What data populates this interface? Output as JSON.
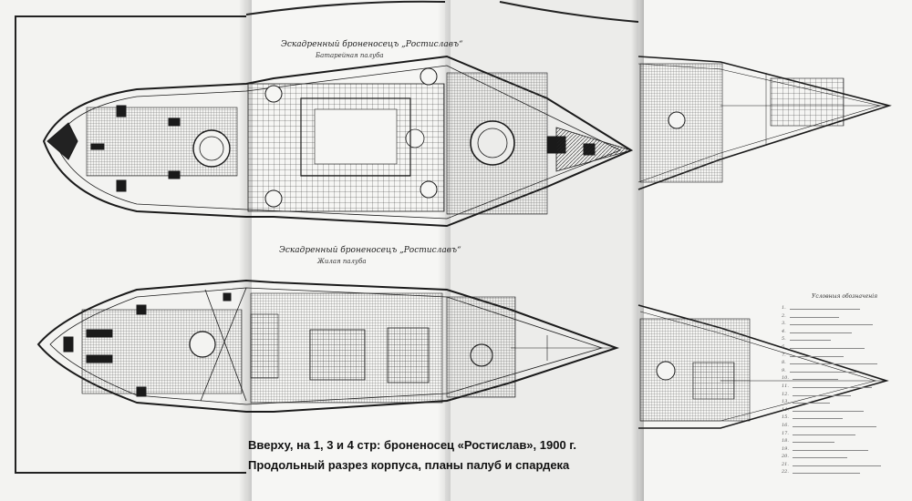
{
  "plans": {
    "upper": {
      "title": "Эскадренный броненосецъ „Ростиславъ“",
      "subtitle": "Батарейная палуба"
    },
    "lower": {
      "title": "Эскадренный броненосецъ „Ростиславъ“",
      "subtitle": "Жилая палуба"
    }
  },
  "caption": {
    "line1": "Вверху, на 1, 3 и 4 стр:  броненосец «Ростислав», 1900 г.",
    "line2": "Продольный разрез корпуса, планы палуб и спардека"
  },
  "legend": {
    "title": "Условныя обозначенія",
    "count": 22
  },
  "colors": {
    "ink": "#1a1a1a",
    "paper": "#f3f3f1",
    "background": "#111111"
  }
}
